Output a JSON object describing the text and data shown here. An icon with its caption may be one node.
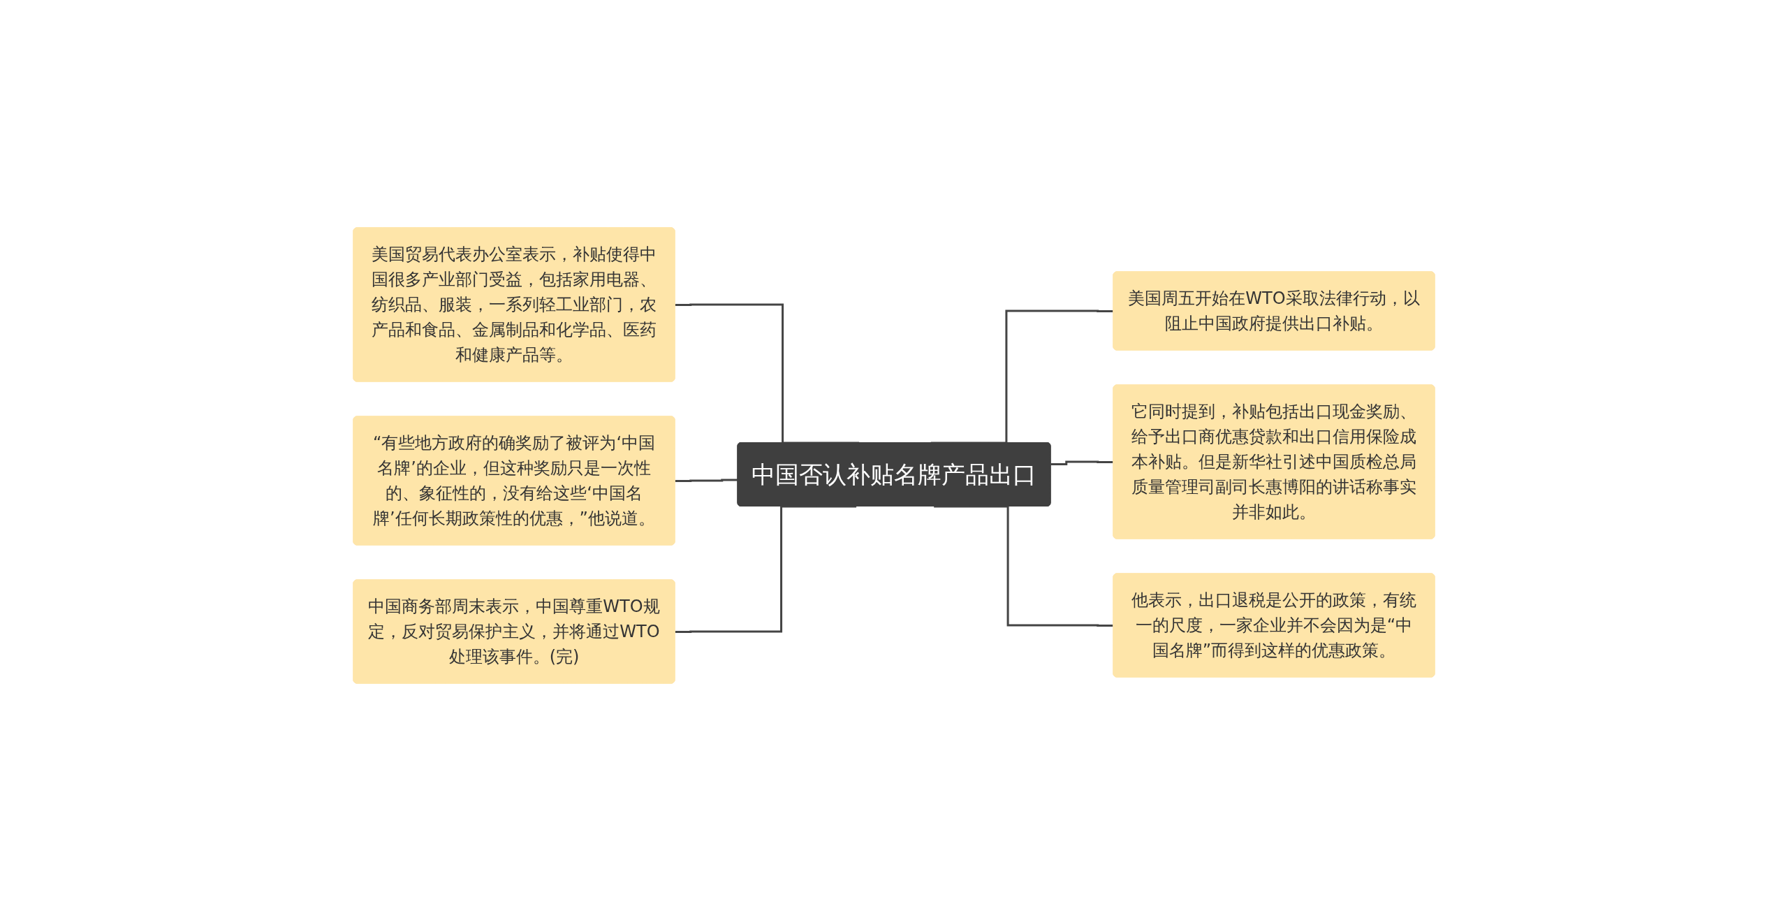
{
  "diagram": {
    "nodes": [
      {
        "text": [
          "中国否认补贴名牌产品出口"
        ]
      },
      {
        "text": [
          "美国贸易代表办公室表示，补贴使得中国很多产业部门受益，包括家用电器、纺织品、服装，一系列轻工业部门，农产品和食品、金属制品和化学品、医药和健康产品等。"
        ]
      },
      {
        "text": [
          "“有些地方政府的确奖励了被评为‘中国名牌’的企业，但这种奖励只是一次性的、象征性的，没有给这些‘中国名牌’任何长期政策性的优惠，”他说道。"
        ]
      },
      {
        "text": [
          "中国商务部周末表示，中国尊重WTO规定，反对贸易保护主义，并将通过WTO处理该事件。(完)"
        ]
      },
      {
        "text": [
          "美国周五开始在WTO采取法律行动，以阻止中国政府提供出口补贴。"
        ]
      },
      {
        "text": [
          "它同时提到，补贴包括出口现金奖励、给予出口商优惠贷款和出口信用保险成本补贴。但是新华社引述中国质检总局质量管理司副司长惠博阳的讲话称事实并非如此。"
        ]
      },
      {
        "text": [
          "他表示，出口退税是公开的政策，有统一的尺度，一家企业并不会因为是“中国名牌”而得到这样的优惠政策。"
        ]
      }
    ],
    "edges": [
      {
        "from": 0,
        "to": 1,
        "arrow": "none"
      },
      {
        "from": 0,
        "to": 2,
        "arrow": "none"
      },
      {
        "from": 0,
        "to": 3,
        "arrow": "none"
      },
      {
        "from": 0,
        "to": 4,
        "arrow": "none"
      },
      {
        "from": 0,
        "to": 5,
        "arrow": "none"
      },
      {
        "from": 0,
        "to": 6,
        "arrow": "none"
      }
    ]
  }
}
